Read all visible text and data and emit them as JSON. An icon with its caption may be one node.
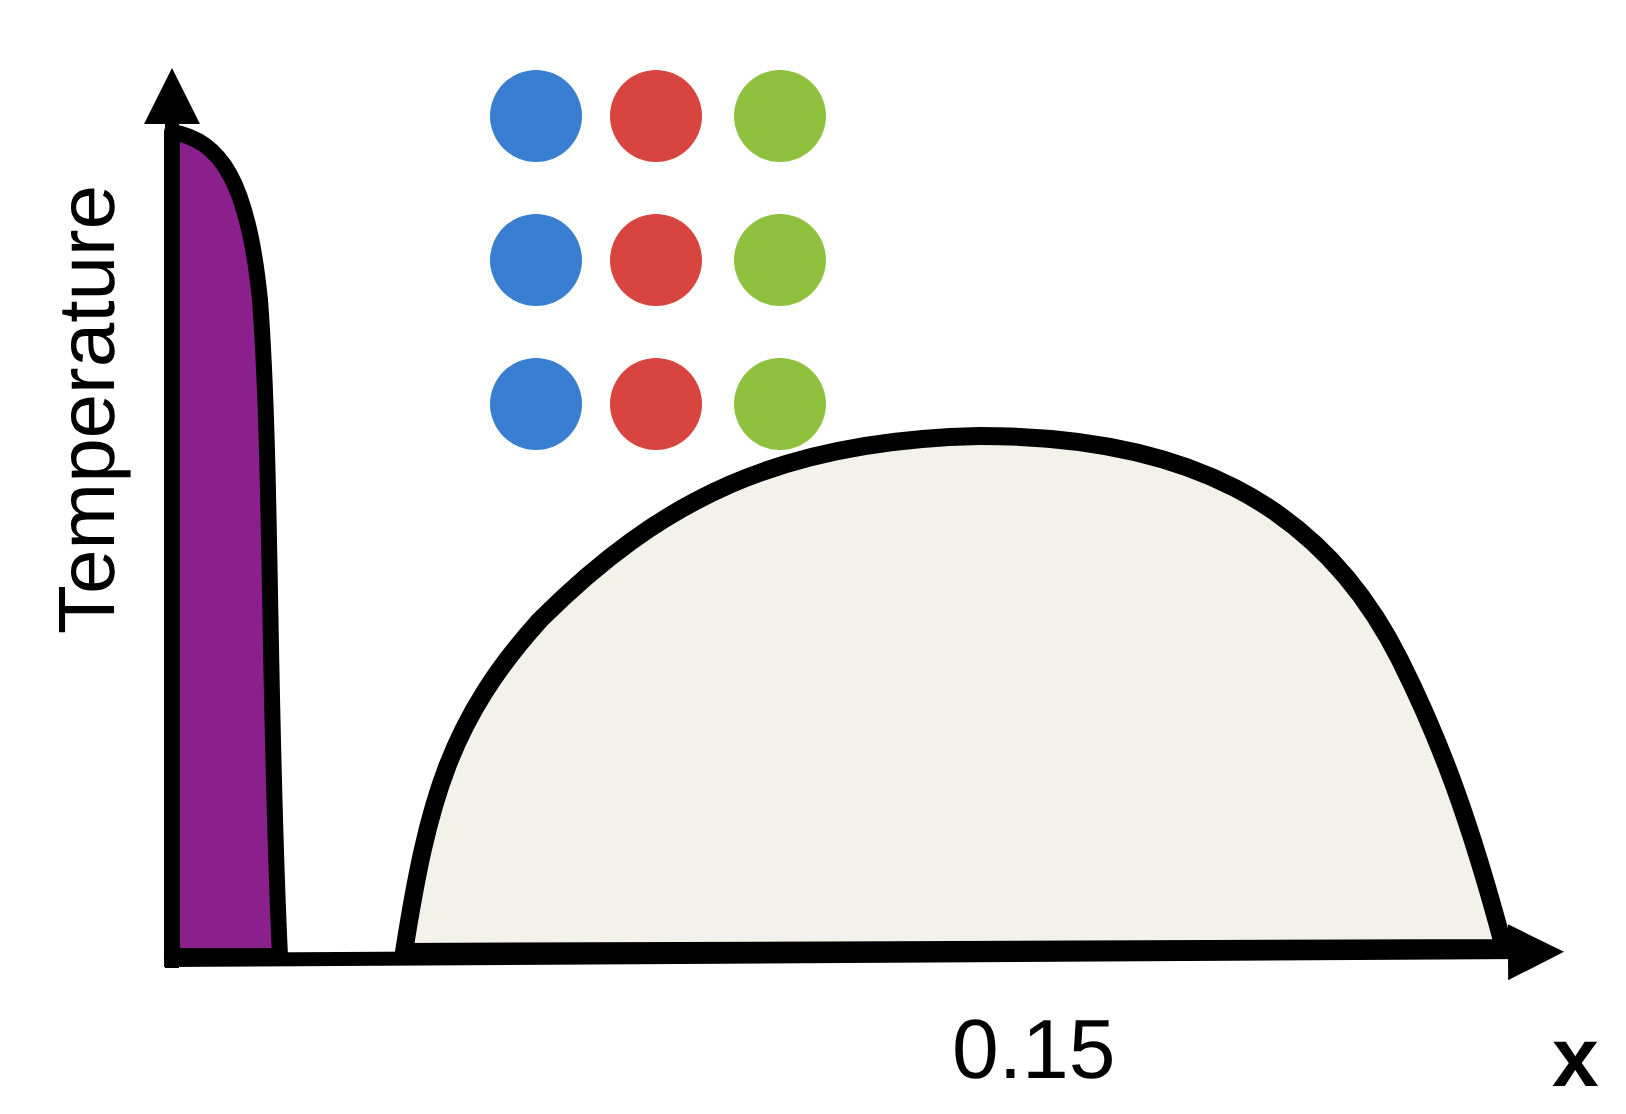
{
  "diagram": {
    "labels": [
      "Temperature",
      "0.15",
      "x"
    ]
  }
}
